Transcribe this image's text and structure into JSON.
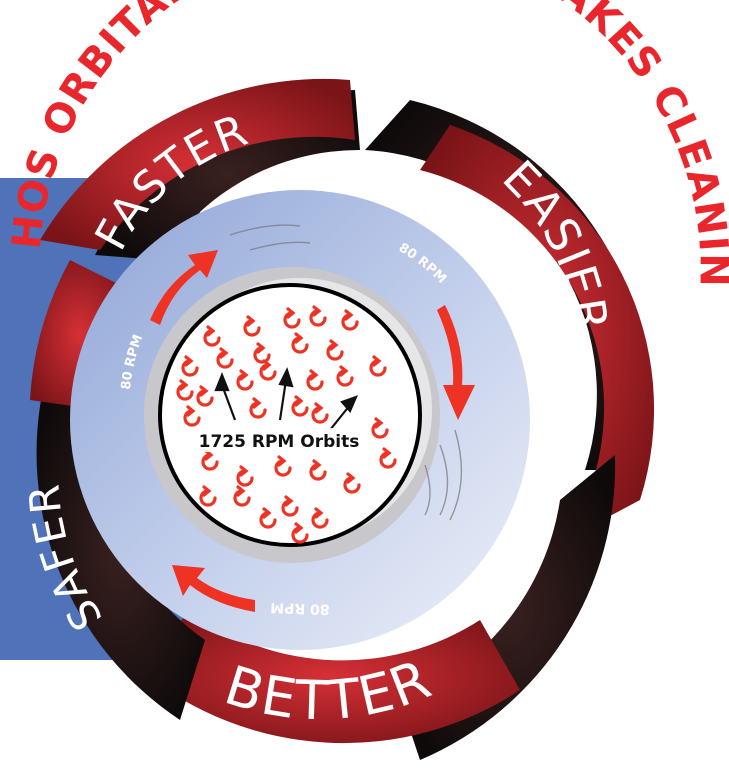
{
  "headline": "HOS ORBITAL TECHNOLOGY MAKES CLEANING",
  "segments": {
    "faster": "FASTER",
    "easier": "EASIER",
    "better": "BETTER",
    "safer": "SAFER"
  },
  "rpm_labels": {
    "top_left": "80 RPM",
    "top_right": "80 RPM",
    "bottom": "80 RPM"
  },
  "center_label": "1725 RPM Orbits",
  "colors": {
    "headline_red": "#e8262b",
    "segment_red": "#b4262c",
    "segment_black": "#1e1414",
    "panel_blue": "#4f72b8",
    "ring_blue": "#9fb2dc",
    "arrow_red": "#ee3224"
  },
  "icons": [
    "orbit-arrow-icon",
    "rotation-arrow-icon"
  ]
}
